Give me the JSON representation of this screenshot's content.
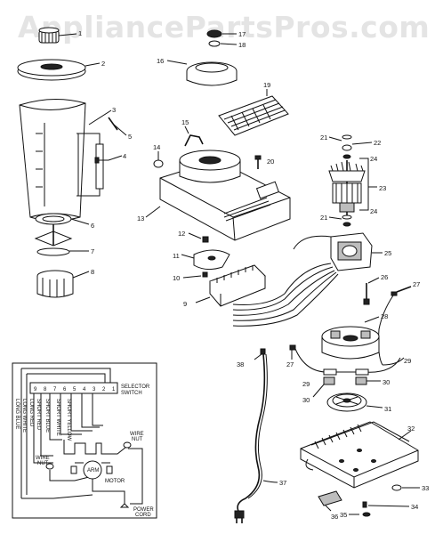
{
  "watermark": "AppliancePartsPros.com",
  "parts": [
    {
      "id": "p1",
      "num": "1"
    },
    {
      "id": "p2",
      "num": "2"
    },
    {
      "id": "p3",
      "num": "3"
    },
    {
      "id": "p4",
      "num": "4"
    },
    {
      "id": "p5",
      "num": "5"
    },
    {
      "id": "p6",
      "num": "6"
    },
    {
      "id": "p7",
      "num": "7"
    },
    {
      "id": "p8",
      "num": "8"
    },
    {
      "id": "p9",
      "num": "9"
    },
    {
      "id": "p10",
      "num": "10"
    },
    {
      "id": "p11",
      "num": "11"
    },
    {
      "id": "p12",
      "num": "12"
    },
    {
      "id": "p13",
      "num": "13"
    },
    {
      "id": "p14",
      "num": "14"
    },
    {
      "id": "p15",
      "num": "15"
    },
    {
      "id": "p16",
      "num": "16"
    },
    {
      "id": "p17",
      "num": "17"
    },
    {
      "id": "p18",
      "num": "18"
    },
    {
      "id": "p19",
      "num": "19"
    },
    {
      "id": "p20",
      "num": "20"
    },
    {
      "id": "p21a",
      "num": "21"
    },
    {
      "id": "p21b",
      "num": "21"
    },
    {
      "id": "p22",
      "num": "22"
    },
    {
      "id": "p23",
      "num": "23"
    },
    {
      "id": "p24a",
      "num": "24"
    },
    {
      "id": "p24b",
      "num": "24"
    },
    {
      "id": "p25",
      "num": "25"
    },
    {
      "id": "p26",
      "num": "26"
    },
    {
      "id": "p27a",
      "num": "27"
    },
    {
      "id": "p27b",
      "num": "27"
    },
    {
      "id": "p28",
      "num": "28"
    },
    {
      "id": "p29a",
      "num": "29"
    },
    {
      "id": "p29b",
      "num": "29"
    },
    {
      "id": "p30a",
      "num": "30"
    },
    {
      "id": "p30b",
      "num": "30"
    },
    {
      "id": "p31",
      "num": "31"
    },
    {
      "id": "p32",
      "num": "32"
    },
    {
      "id": "p33",
      "num": "33"
    },
    {
      "id": "p34",
      "num": "34"
    },
    {
      "id": "p35",
      "num": "35"
    },
    {
      "id": "p36",
      "num": "36"
    },
    {
      "id": "p37",
      "num": "37"
    },
    {
      "id": "p38",
      "num": "38"
    }
  ],
  "wiring": {
    "selector_switch_line1": "SELECTOR",
    "selector_switch_line2": "SWITCH",
    "terminals": [
      "9",
      "8",
      "7",
      "6",
      "5",
      "4",
      "3",
      "2",
      "1"
    ],
    "wire_labels": [
      "LONG BLUE",
      "LONG WHITE",
      "LONG RED",
      "SHORT RED",
      "SHORT BLUE",
      "SHORT WHITE",
      "SHORT YELLOW"
    ],
    "wire_nut_right_1": "WIRE",
    "wire_nut_right_2": "NUT",
    "wire_nut_left_1": "WIRE",
    "wire_nut_left_2": "NUT",
    "motor": "MOTOR",
    "arm": "ARM",
    "power_cord_1": "POWER",
    "power_cord_2": "CORD"
  }
}
